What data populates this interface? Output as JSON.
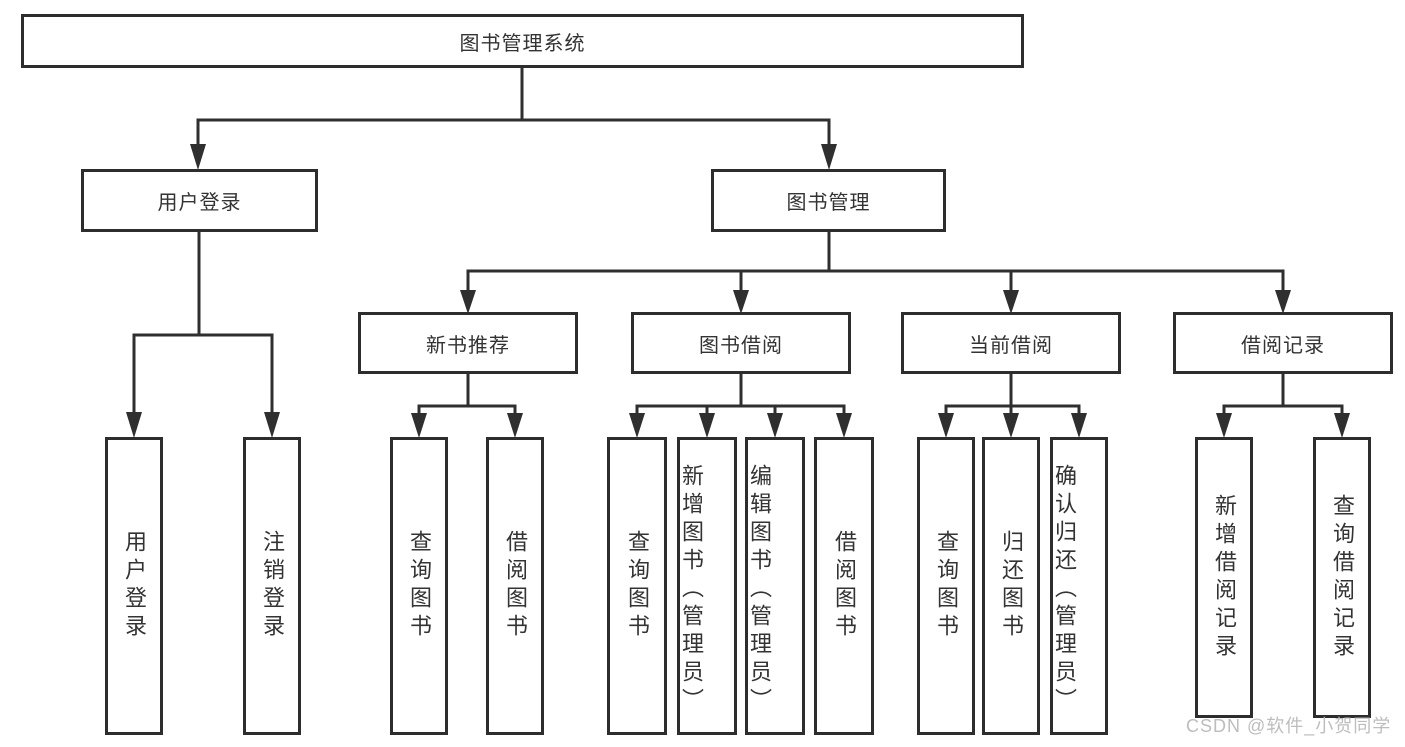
{
  "tree": {
    "root": "图书管理系统",
    "user_login": {
      "label": "用户登录",
      "children": [
        "用户登录",
        "注销登录"
      ]
    },
    "book_management": {
      "label": "图书管理",
      "sections": [
        {
          "label": "新书推荐",
          "children": [
            "查询图书",
            "借阅图书"
          ]
        },
        {
          "label": "图书借阅",
          "children": [
            "查询图书",
            "新增图书（管理员）",
            "编辑图书（管理员）",
            "借阅图书"
          ]
        },
        {
          "label": "当前借阅",
          "children": [
            "查询图书",
            "归还图书",
            "确认归还（管理员）"
          ]
        },
        {
          "label": "借阅记录",
          "children": [
            "新增借阅记录",
            "查询借阅记录"
          ]
        }
      ]
    },
    "watermark": "CSDN @软件_小贺同学",
    "colors": {
      "line": "#2f2f2f",
      "box_border": "#2d2d2d",
      "box_fill": "#ffffff",
      "text": "#333333",
      "watermark": "#b9b9b9"
    }
  }
}
